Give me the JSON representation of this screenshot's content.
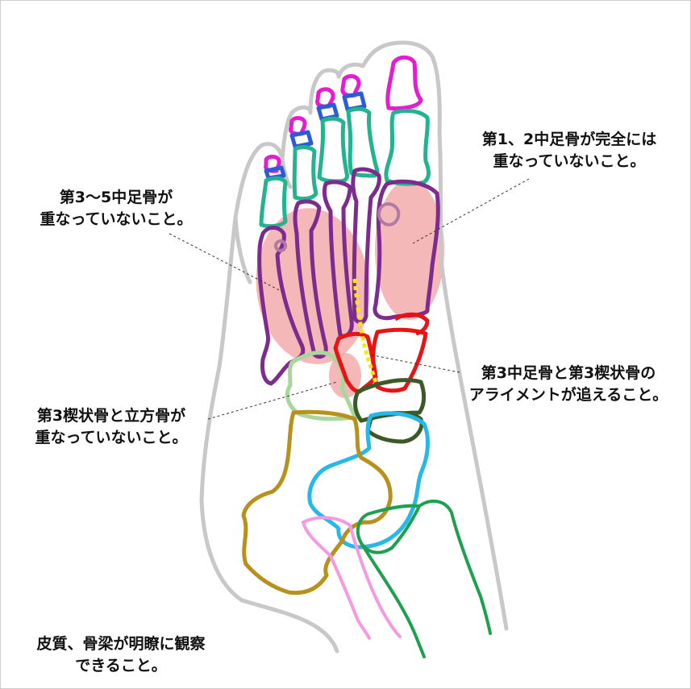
{
  "annotations": {
    "metatarsal_1_2": {
      "line1": "第1、2中足骨が完全には",
      "line2": "重なっていないこと。"
    },
    "metatarsal_3_5": {
      "line1": "第3～5中足骨が",
      "line2": "重なっていないこと。"
    },
    "alignment": {
      "line1": "第3中足骨と第3楔状骨の",
      "line2": "アライメントが追えること。"
    },
    "cuneiform_cuboid": {
      "line1": "第3楔状骨と立方骨が",
      "line2": "重なっていないこと。"
    },
    "cortex_trabecula": {
      "line1": "皮質、骨梁が明瞭に観察",
      "line2": "できること。"
    }
  },
  "colors": {
    "skin_outline": "#c8c8c8",
    "distal_phalanx": "#e61ccf",
    "middle_phalanx": "#2b5cd6",
    "proximal_phalanx": "#22b38f",
    "metatarsal": "#7d2c8e",
    "third_cuneiform": "#e81414",
    "cuboid": "#a9d69a",
    "navicular": "#3a5a28",
    "talus": "#28b8e8",
    "calcaneus": "#b8901c",
    "fibula": "#f59ae0",
    "tibia": "#1ea050",
    "highlight_ellipse": "#f2a0a0",
    "alignment_line": "#f5e61e",
    "leader_line": "#333333"
  }
}
